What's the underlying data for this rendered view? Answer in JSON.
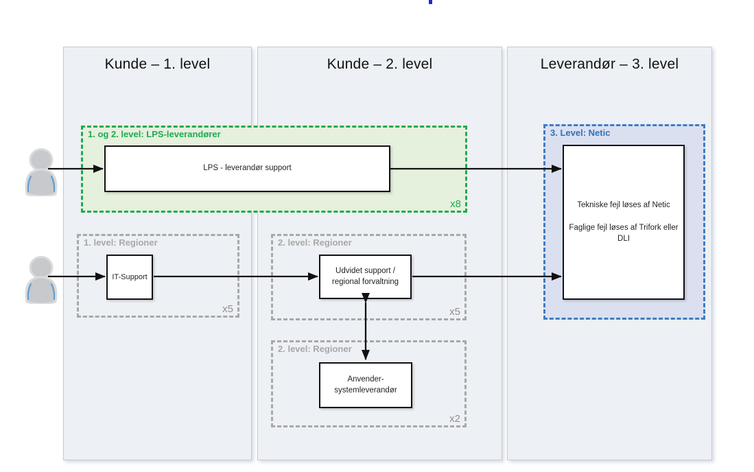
{
  "columns": [
    {
      "title": "Kunde – 1. level"
    },
    {
      "title": "Kunde – 2. level"
    },
    {
      "title": "Leverandør – 3. level"
    }
  ],
  "groups": {
    "lps": {
      "label": "1. og 2. level: LPS-leverandører",
      "multiplier": "x8",
      "box_label": "LPS - leverandør support"
    },
    "region_level1": {
      "label": "1. level: Regioner",
      "multiplier": "x5",
      "box_label": "IT-Support"
    },
    "region_level2_support": {
      "label": "2. level: Regioner",
      "multiplier": "x5",
      "box_label": "Udvidet support / regional forvaltning"
    },
    "region_level2_vendor": {
      "label": "2. level: Regioner",
      "multiplier": "x2",
      "box_label": "Anvender-systemleverandør"
    },
    "netic": {
      "label": "3. Level: Netic",
      "box_line1": "Tekniske fejl løses af Netic",
      "box_line2": "Faglige fejl løses af Trifork eller DLI"
    }
  },
  "icons": {
    "person": "person-icon"
  },
  "colors": {
    "panel_fill": "#edf0f4",
    "green_accent": "#1faa50",
    "green_fill": "#e5f0dd",
    "gray_accent": "#a8a8a8",
    "blue_border": "#3e7cc1",
    "blue_label": "#2e74b5",
    "blue_fill": "#dbe0f1",
    "arrow": "#111111"
  }
}
